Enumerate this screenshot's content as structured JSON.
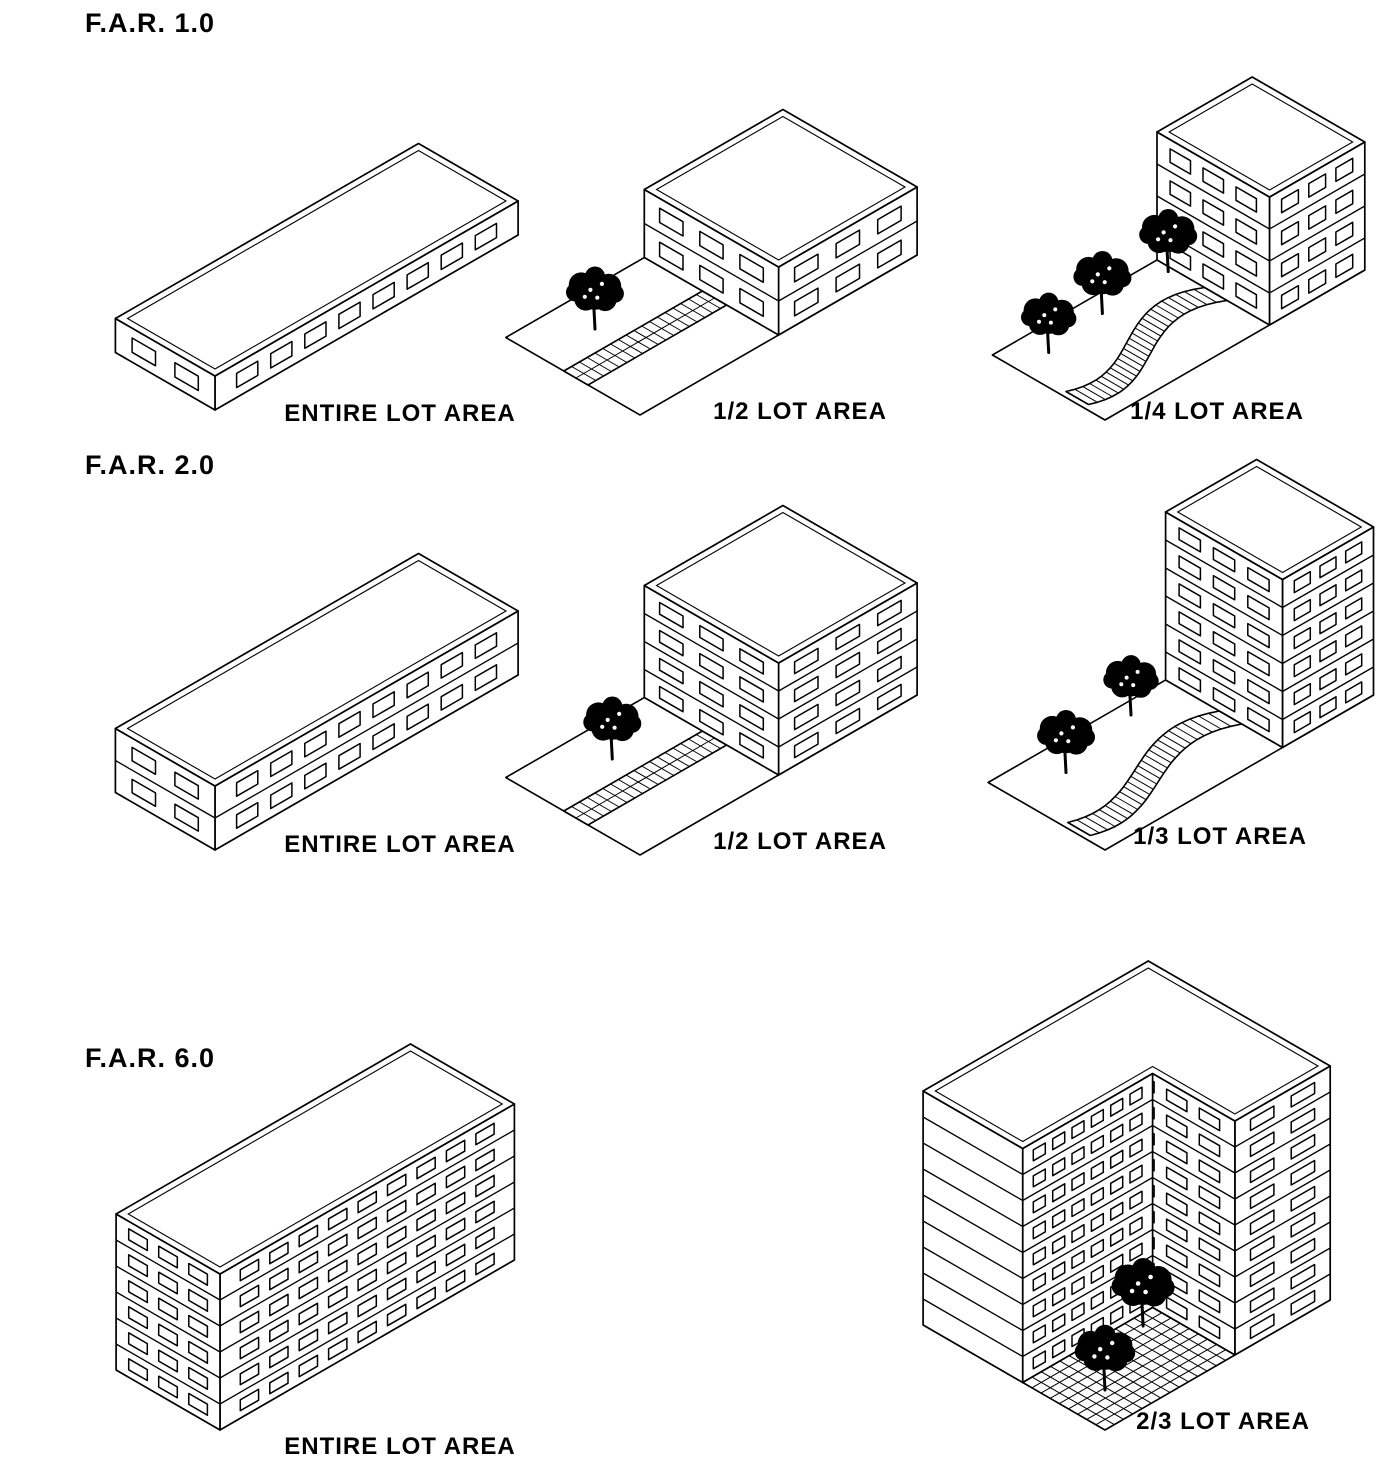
{
  "page": {
    "background": "#ffffff",
    "ink": "#000000"
  },
  "sections": [
    {
      "id": "far-1",
      "far_label": "F.A.R. 1.0",
      "figures": [
        {
          "id": "far1-entire",
          "caption": "ENTIRE LOT AREA",
          "floors": 1,
          "coverage": "entire"
        },
        {
          "id": "far1-half",
          "caption": "1/2 LOT AREA",
          "floors": 2,
          "coverage": "half"
        },
        {
          "id": "far1-quarter",
          "caption": "1/4 LOT AREA",
          "floors": 4,
          "coverage": "fraction"
        }
      ]
    },
    {
      "id": "far-2",
      "far_label": "F.A.R. 2.0",
      "figures": [
        {
          "id": "far2-entire",
          "caption": "ENTIRE LOT AREA",
          "floors": 2,
          "coverage": "entire"
        },
        {
          "id": "far2-half",
          "caption": "1/2 LOT AREA",
          "floors": 4,
          "coverage": "half"
        },
        {
          "id": "far2-third",
          "caption": "1/3 LOT AREA",
          "floors": 6,
          "coverage": "fraction"
        }
      ]
    },
    {
      "id": "far-6",
      "far_label": "F.A.R. 6.0",
      "figures": [
        {
          "id": "far6-entire",
          "caption": "ENTIRE LOT AREA",
          "floors": 6,
          "coverage": "entire"
        },
        {
          "id": "far6-twothirds",
          "caption": "2/3 LOT AREA",
          "floors": 9,
          "coverage": "l-shape"
        }
      ]
    }
  ]
}
